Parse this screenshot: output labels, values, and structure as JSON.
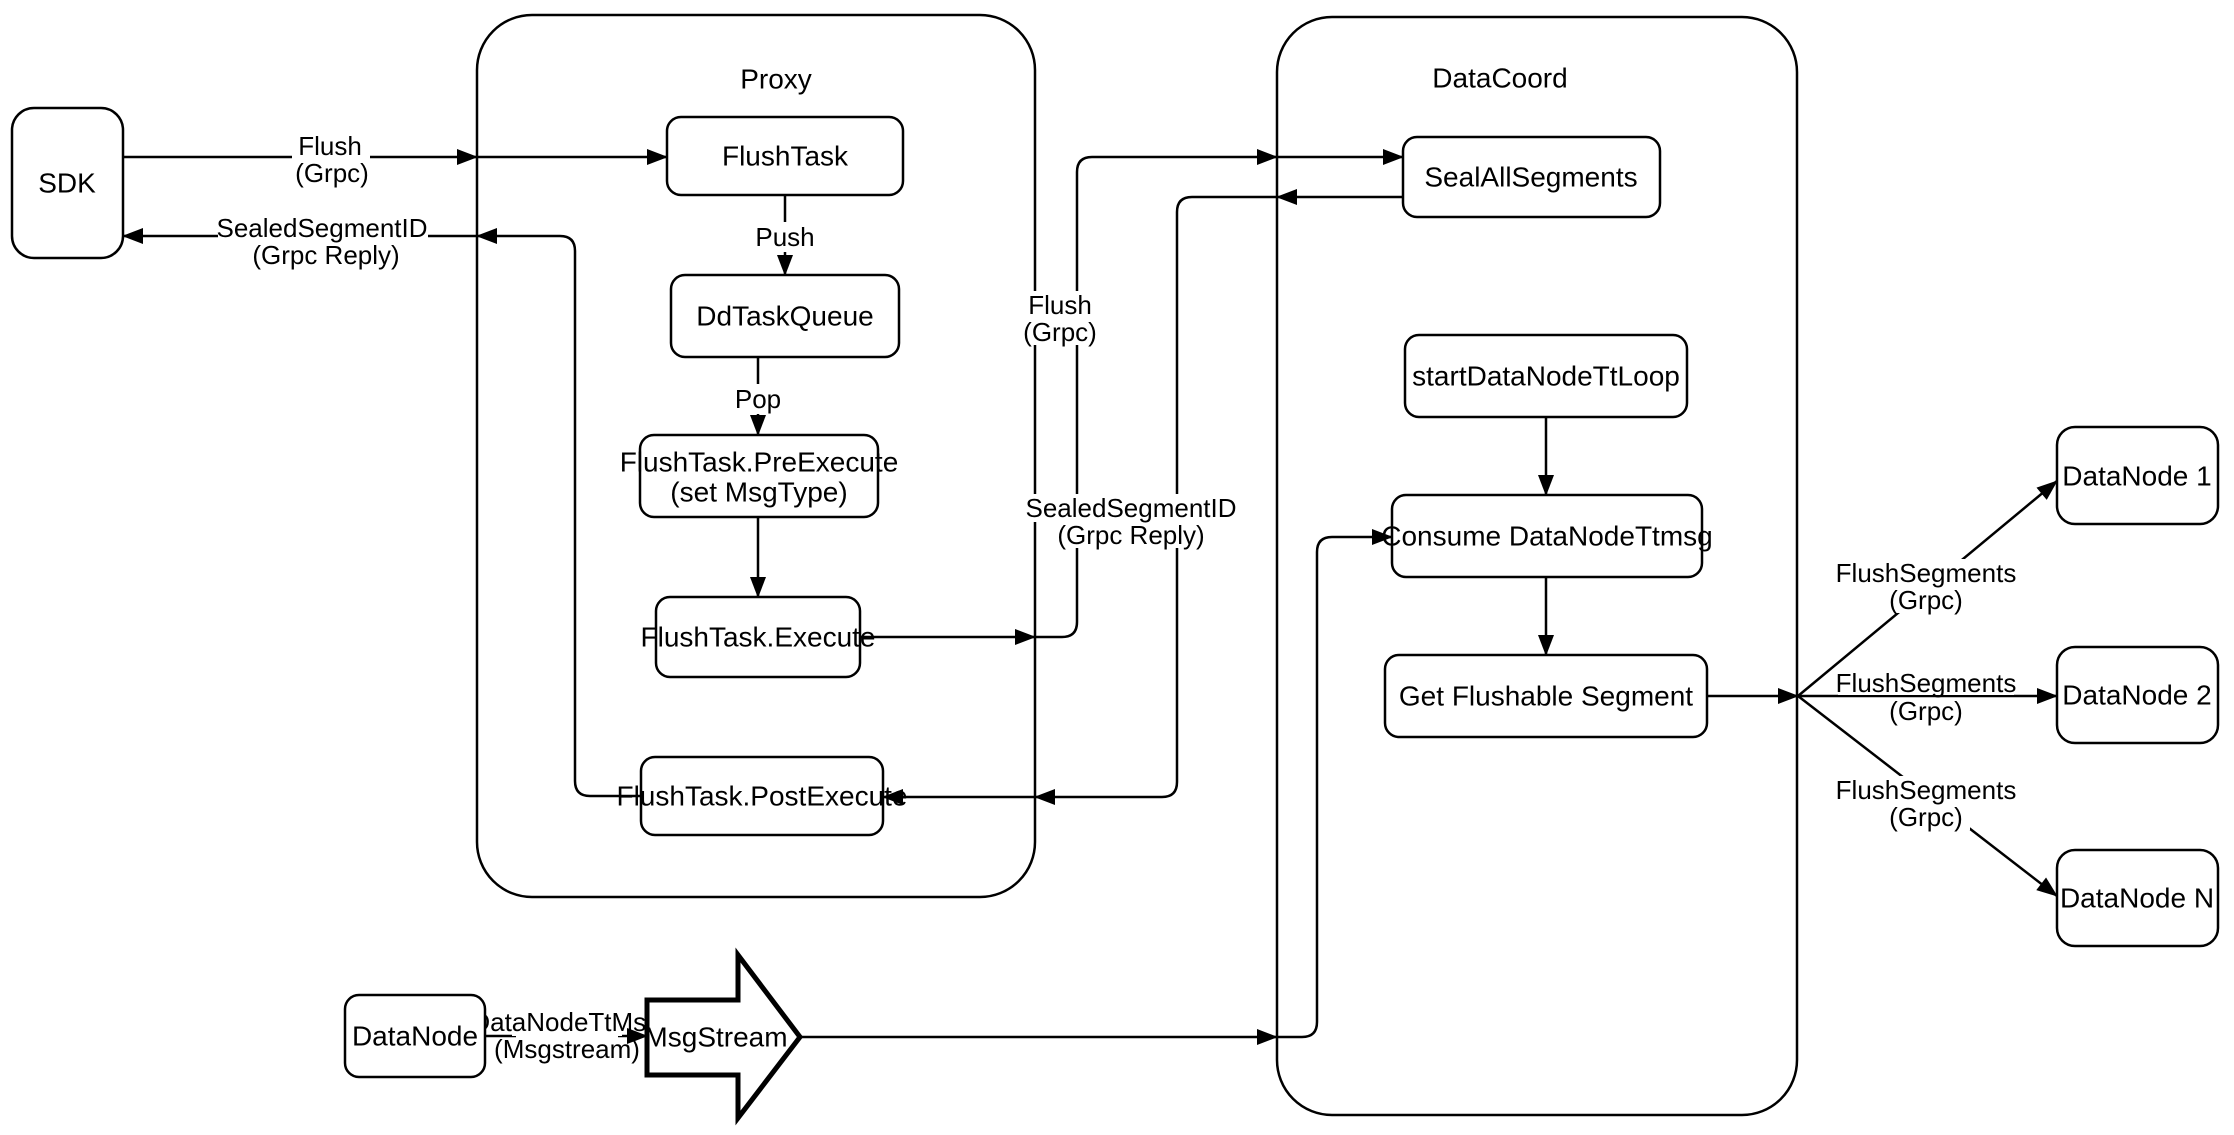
{
  "containers": {
    "proxy": {
      "title": "Proxy"
    },
    "datacoord": {
      "title": "DataCoord"
    }
  },
  "nodes": {
    "sdk": {
      "label": "SDK"
    },
    "flush_task": {
      "label": "FlushTask"
    },
    "dd_task_queue": {
      "label": "DdTaskQueue"
    },
    "pre_execute": {
      "line1": "FlushTask.PreExecute",
      "line2": "(set MsgType)"
    },
    "execute": {
      "label": "FlushTask.Execute"
    },
    "post_execute": {
      "label": "FlushTask.PostExecute"
    },
    "seal_all_segments": {
      "label": "SealAllSegments"
    },
    "start_data_node_tt_loop": {
      "label": "startDataNodeTtLoop"
    },
    "consume_data_node_ttmsg": {
      "label": "Consume DataNodeTtmsg"
    },
    "get_flushable_segment": {
      "label": "Get Flushable Segment"
    },
    "data_node_1": {
      "label": "DataNode 1"
    },
    "data_node_2": {
      "label": "DataNode 2"
    },
    "data_node_n": {
      "label": "DataNode N"
    },
    "data_node": {
      "label": "DataNode"
    },
    "msg_stream": {
      "label": "MsgStream"
    }
  },
  "edge_labels": {
    "sdk_flush": {
      "line1": "Flush",
      "line2": "(Grpc)"
    },
    "sdk_reply": {
      "line1": "SealedSegmentID",
      "line2": "(Grpc Reply)"
    },
    "push": {
      "label": "Push"
    },
    "pop": {
      "label": "Pop"
    },
    "proxy_flush": {
      "line1": "Flush",
      "line2": "(Grpc)"
    },
    "proxy_reply": {
      "line1": "SealedSegmentID",
      "line2": "(Grpc Reply)"
    },
    "flush_segments_1": {
      "line1": "FlushSegments",
      "line2": "(Grpc)"
    },
    "flush_segments_2": {
      "line1": "FlushSegments",
      "line2": "(Grpc)"
    },
    "flush_segments_3": {
      "line1": "FlushSegments",
      "line2": "(Grpc)"
    },
    "data_node_tt_msg": {
      "line1": "DataNodeTtMsg",
      "line2": "(Msgstream)"
    }
  }
}
